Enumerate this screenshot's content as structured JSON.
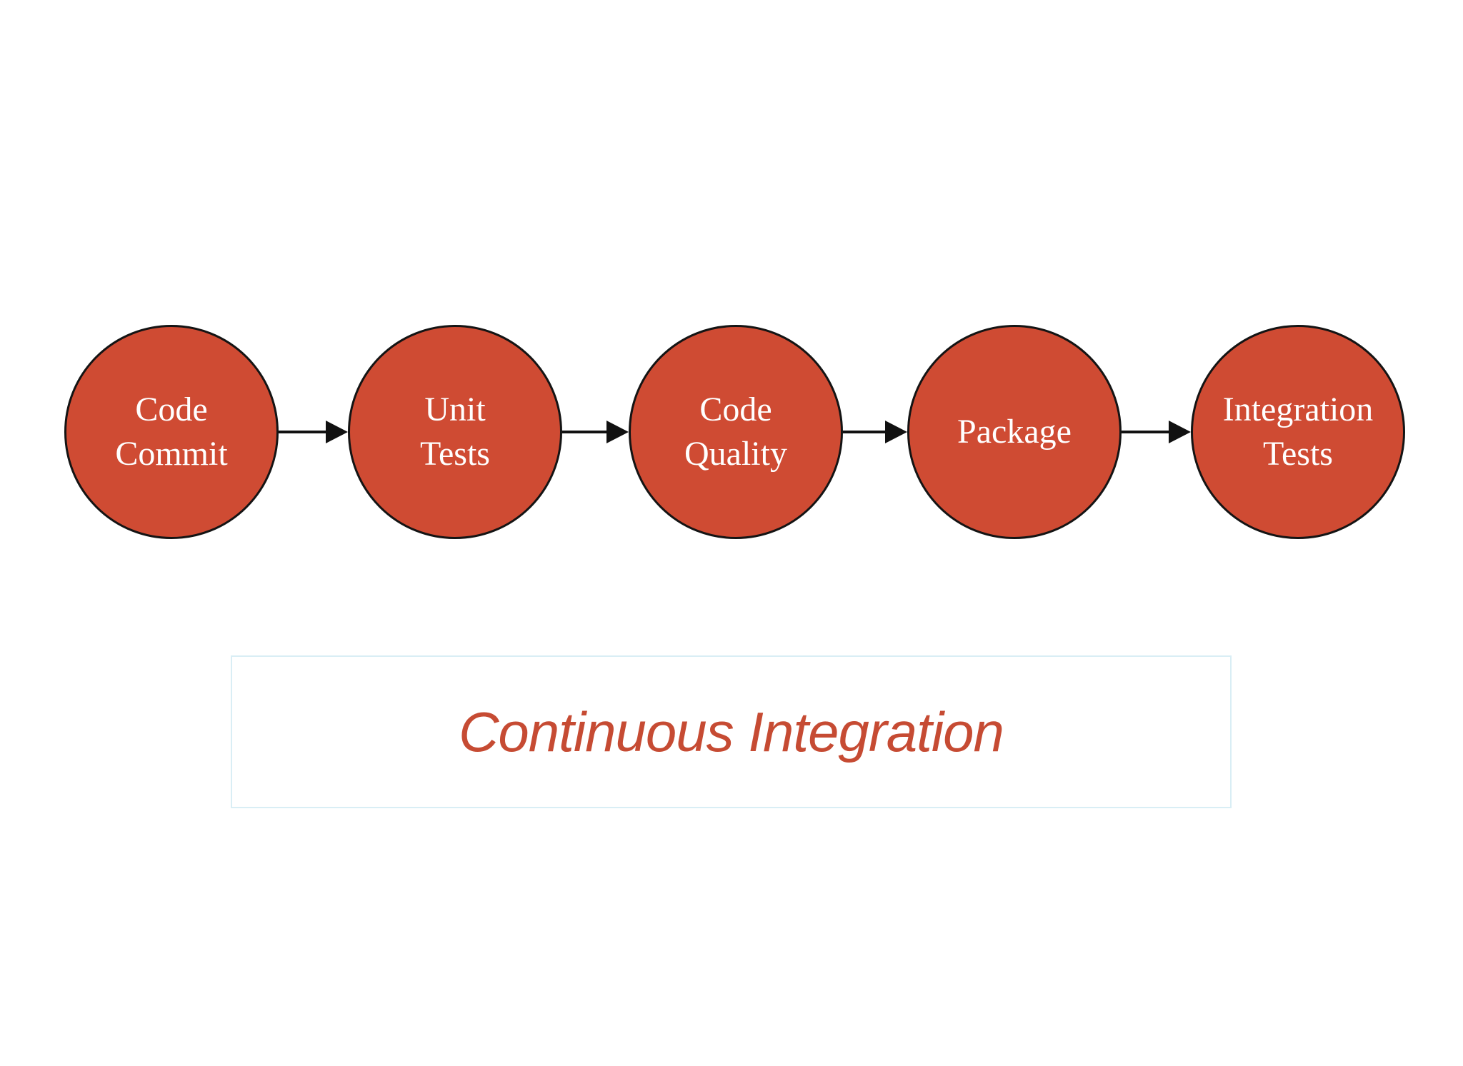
{
  "title": "Continuous Integration",
  "stages": [
    {
      "label": "Code Commit",
      "line1": "Code",
      "line2": "Commit"
    },
    {
      "label": "Unit Tests",
      "line1": "Unit",
      "line2": "Tests"
    },
    {
      "label": "Code Quality",
      "line1": "Code",
      "line2": "Quality"
    },
    {
      "label": "Package",
      "line1": "Package",
      "line2": ""
    },
    {
      "label": "Integration Tests",
      "line1": "Integration",
      "line2": "Tests"
    }
  ],
  "colors": {
    "node_fill": "#cf4b33",
    "node_border": "#141414",
    "node_text": "#ffffff",
    "arrow": "#111111",
    "title_text": "#c64b33",
    "title_box_border": "#d9eef5",
    "background": "#ffffff"
  }
}
